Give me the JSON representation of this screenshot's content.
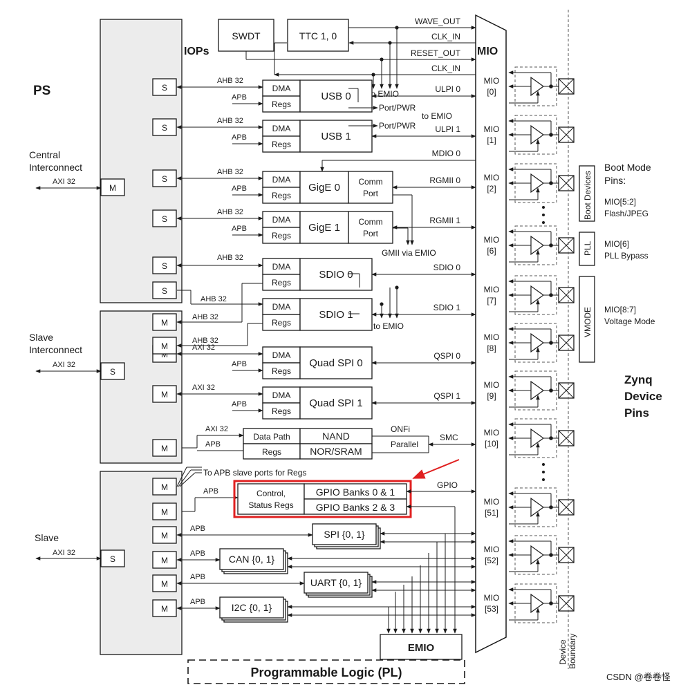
{
  "ps_label": "PS",
  "iops_label": "IOPs",
  "mio_label": "MIO",
  "central_interconnect": {
    "line1": "Central",
    "line2": "Interconnect",
    "bus": "AXI 32",
    "port": "M"
  },
  "slave_interconnect": {
    "line1": "Slave",
    "line2": "Interconnect",
    "bus": "AXI 32",
    "port": "S"
  },
  "slave": {
    "label": "Slave",
    "bus": "AXI 32",
    "port": "S"
  },
  "top_blocks": {
    "swdt": "SWDT",
    "ttc": "TTC 1, 0"
  },
  "top_signals": [
    "WAVE_OUT",
    "CLK_IN",
    "RESET_OUT",
    "CLK_IN"
  ],
  "port_letters": {
    "s": "S",
    "m": "M"
  },
  "bus_labels": {
    "ahb32": "AHB 32",
    "apb": "APB",
    "axi32": "AXI 32"
  },
  "sub_labels": {
    "dma": "DMA",
    "regs": "Regs"
  },
  "peripherals": [
    {
      "name": "USB 0",
      "out": "ULPI 0"
    },
    {
      "name": "USB 1",
      "out": "ULPI 1"
    },
    {
      "name": "GigE 0",
      "out": "RGMII 0"
    },
    {
      "name": "GigE 1",
      "out": "RGMII 1"
    },
    {
      "name": "SDIO 0",
      "out": "SDIO 0"
    },
    {
      "name": "SDIO 1",
      "out": "SDIO 1"
    },
    {
      "name": "Quad SPI 0",
      "out": "QSPI 0"
    },
    {
      "name": "Quad SPI 1",
      "out": "QSPI 1"
    }
  ],
  "comm_port": {
    "line1": "Comm",
    "line2": "Port"
  },
  "misc_signals": {
    "to_emio": "to EMIO",
    "port_pwr": "Port/PWR",
    "mdio": "MDIO 0",
    "gmii": "GMII via EMIO",
    "onfi": "ONFi",
    "parallel": "Parallel",
    "smc": "SMC",
    "gpio": "GPIO"
  },
  "smc_block": {
    "data_path": "Data Path",
    "regs": "Regs",
    "nand": "NAND",
    "nor": "NOR/SRAM"
  },
  "apb_note": "To APB slave ports for Regs",
  "gpio_block": {
    "ctrl1": "Control,",
    "ctrl2": "Status Regs",
    "bank01": "GPIO Banks 0 & 1",
    "bank23": "GPIO Banks 2 & 3"
  },
  "serial_blocks": [
    "SPI {0, 1}",
    "CAN {0, 1}",
    "UART {0, 1}",
    "I2C {0, 1}"
  ],
  "emio": "EMIO",
  "pl_label": "Programmable Logic (PL)",
  "mio_pins": [
    {
      "l1": "MIO",
      "l2": "[0]"
    },
    {
      "l1": "MIO",
      "l2": "[1]"
    },
    {
      "l1": "MIO",
      "l2": "[2]"
    },
    {
      "l1": "MIO",
      "l2": "[6]"
    },
    {
      "l1": "MIO",
      "l2": "[7]"
    },
    {
      "l1": "MIO",
      "l2": "[8]"
    },
    {
      "l1": "MIO",
      "l2": "[9]"
    },
    {
      "l1": "MIO",
      "l2": "[10]"
    },
    {
      "l1": "MIO",
      "l2": "[51]"
    },
    {
      "l1": "MIO",
      "l2": "[52]"
    },
    {
      "l1": "MIO",
      "l2": "[53]"
    }
  ],
  "boot_devices": "Boot Devices",
  "pll_box": "PLL",
  "vmode_box": "VMODE",
  "boot_mode": {
    "line1": "Boot Mode",
    "line2": "Pins:"
  },
  "boot_notes": [
    {
      "l1": "MIO[5:2]",
      "l2": "Flash/JPEG"
    },
    {
      "l1": "MIO[6]",
      "l2": "PLL Bypass"
    },
    {
      "l1": "MIO[8:7]",
      "l2": "Voltage Mode"
    }
  ],
  "zynq_pins": {
    "l1": "Zynq",
    "l2": "Device",
    "l3": "Pins"
  },
  "device_boundary": {
    "l1": "Device",
    "l2": "Boundary"
  },
  "watermark": "CSDN @卷卷怪"
}
